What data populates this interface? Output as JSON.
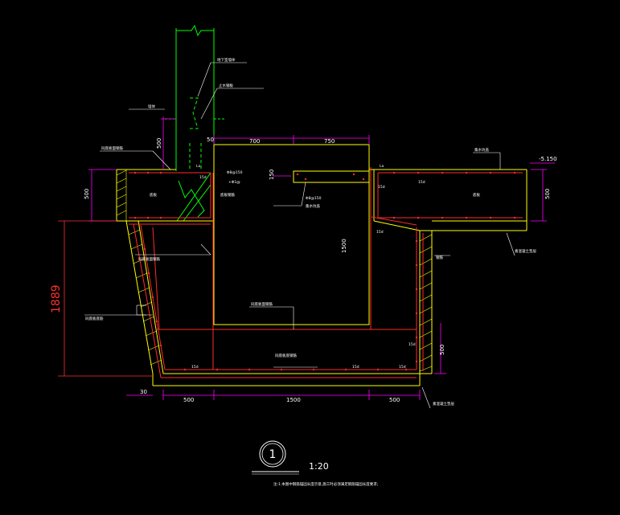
{
  "dimensions": {
    "top_700": "700",
    "top_750": "750",
    "left_500_upper": "500",
    "left_500_mid": "500",
    "left_depth_total": "1889",
    "right_500": "500",
    "right_500_lower": "500",
    "inner_150": "150",
    "inner_1500_v": "1500",
    "bottom_500_left": "500",
    "bottom_1500": "1500",
    "bottom_500_right": "500",
    "level_mark": "-5.150",
    "small_50": "50",
    "left_30": "30",
    "la_1": "La",
    "la_2": "La",
    "d15_a": "15d",
    "d15_b": "15d",
    "d15_c": "15d",
    "d15_d": "15d",
    "d15_e": "15d",
    "d15_f": "15d",
    "d15_g": "15d",
    "d15_h": "15d"
  },
  "notes": {
    "pile_label": "地下室墙体",
    "sleeve_label": "止水钢板",
    "rebar_a": "Φ8@150",
    "rebar_a2": "+Φ1@",
    "rebar_b": "Φ8@150",
    "rebar_b2": "底板钢筋",
    "top_label": "集水坑盖",
    "left_label_1": "同底板面钢筋",
    "left_label_2": "同底板面钢筋",
    "left_label_3": "同底板底筋",
    "slab_label_left": "底板",
    "slab_label_right": "底板",
    "mid_label": "同底板面钢筋",
    "bottom_label": "同底板底钢筋",
    "right_label_1": "垫层",
    "right_label_2": "素混凝土垫层",
    "right_label_3": "素混凝土垫层",
    "col_label": "钢筋",
    "left_beam_label": "墙体"
  },
  "callout": {
    "number": "1",
    "scale": "1:20",
    "footnote": "注:1.本图中钢筋锚固长度示意,施工时必须满足钢筋锚固长度要求;"
  },
  "colors": {
    "wall": "#00ff00",
    "outline": "#ffff00",
    "rebar": "#ff2a2a",
    "dimension": "#ff00ff",
    "text": "#ffffff",
    "bigdim": "#ff3030"
  }
}
